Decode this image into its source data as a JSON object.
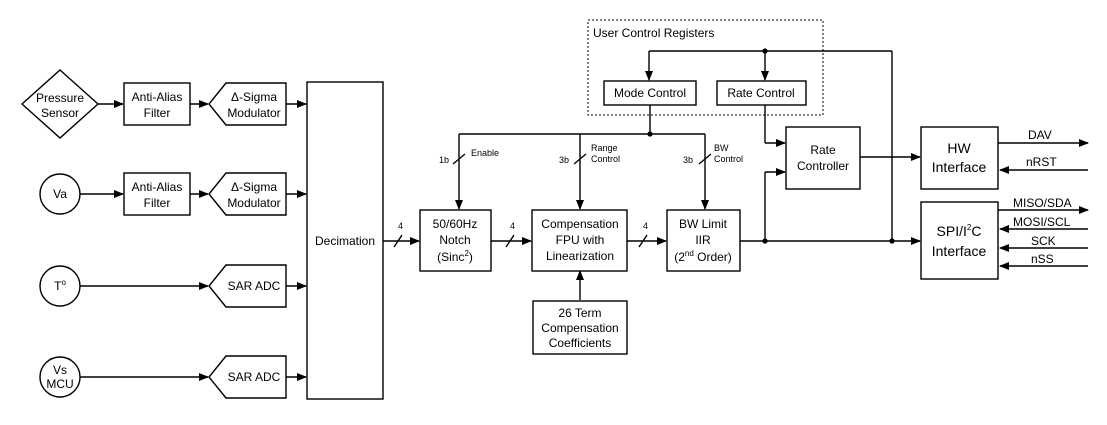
{
  "sources": {
    "pressure_sensor": [
      "Pressure",
      "Sensor"
    ],
    "va": "Va",
    "temperature": "T",
    "temperature_sup": "o",
    "vs_mcu": [
      "Vs",
      "MCU"
    ]
  },
  "anti_alias": [
    "Anti-Alias",
    "Filter"
  ],
  "sigma_delta": [
    "Δ-Sigma",
    "Modulator"
  ],
  "sar_adc": "SAR ADC",
  "decimation": "Decimation",
  "bus_width_4": "4",
  "notch": {
    "line1": "50/60Hz",
    "line2": "Notch",
    "line3_base": "(Sinc",
    "line3_sup": "2",
    "line3_tail": ")"
  },
  "compensation": [
    "Compensation",
    "FPU with",
    "Linearization"
  ],
  "bw_limit": {
    "line1": "BW Limit",
    "line2": "IIR",
    "line3_pre": "(2",
    "line3_sup": "nd",
    "line3_tail": " Order)"
  },
  "coefficients": [
    "26 Term",
    "Compensation",
    "Coefficients"
  ],
  "user_control": {
    "title": "User Control Registers",
    "mode_control": "Mode Control",
    "rate_control": "Rate Control"
  },
  "control_signals": {
    "enable": {
      "width": "1b",
      "label": "Enable"
    },
    "range": {
      "width": "3b",
      "label": [
        "Range",
        "Control"
      ]
    },
    "bw": {
      "width": "3b",
      "label": [
        "BW",
        "Control"
      ]
    }
  },
  "rate_controller": [
    "Rate",
    "Controller"
  ],
  "hw_interface": {
    "lines": [
      "HW",
      "Interface"
    ],
    "signals": [
      "DAV",
      "nRST"
    ]
  },
  "spi_interface": {
    "line1_pre": "SPI/I",
    "line1_sup": "2",
    "line1_tail": "C",
    "line2": "Interface",
    "signals": [
      "MISO/SDA",
      "MOSI/SCL",
      "SCK",
      "nSS"
    ]
  }
}
